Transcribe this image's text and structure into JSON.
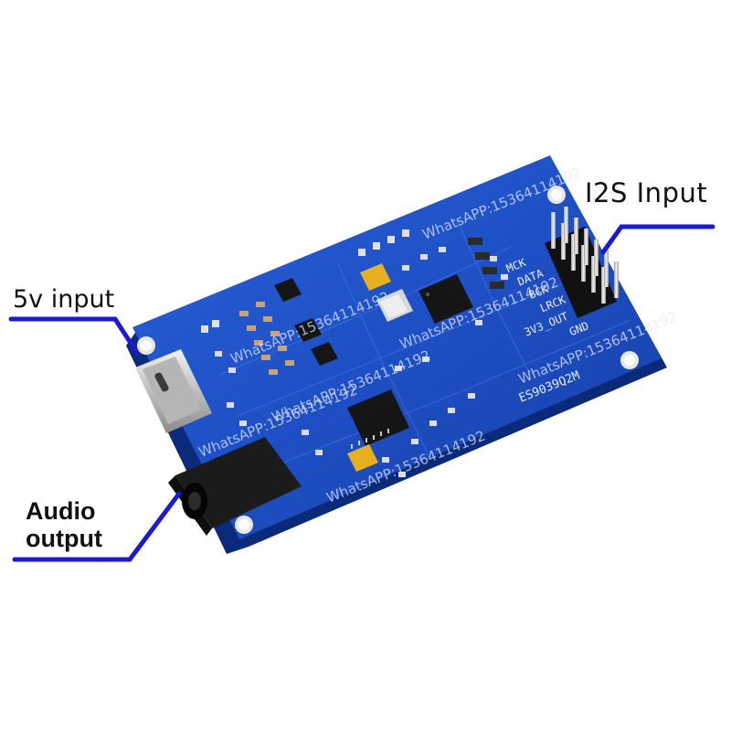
{
  "callouts": {
    "i2s_input": "I2S  Input",
    "five_v_input": "5v input",
    "audio_output_line1": "Audio",
    "audio_output_line2": "output"
  },
  "board": {
    "chip_label": "ES9039Q2M",
    "pin_labels": [
      "MCK",
      "DATA",
      "BCK",
      "LRCK",
      "3V3_OUT",
      "GND"
    ],
    "watermark": "WhatsAPP:15364114192"
  },
  "colors": {
    "pcb_blue": "#1e4fc4",
    "callout_line": "#1a1ad6",
    "header_pin": "#d9d9d9"
  }
}
